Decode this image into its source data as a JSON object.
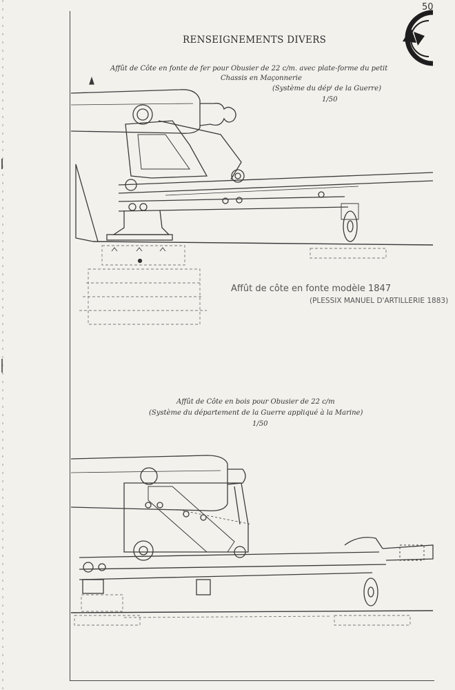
{
  "page_number": "50",
  "header_title": "RENSEIGNEMENTS DIVERS",
  "figure_top": {
    "caption_line1": "Affût de Côte en fonte de fer pour Obusier de 22 c/m. avec plate-forme du petit",
    "caption_line2": "Chassis en Maçonnerie",
    "caption_line3": "(Système du dépᵗ de la Guerre)",
    "scale": "1/50"
  },
  "handwritten_note": {
    "line1": "Affût de côte en fonte modèle 1847",
    "line2": "(PLESSIX MANUEL D'ARTILLERIE 1883)"
  },
  "figure_bottom": {
    "caption_line1": "Affût de Côte en bois pour Obusier de 22 c/m",
    "caption_line2": "(Système du département de la Guerre appliqué à la Marine)",
    "scale": "1/50"
  },
  "colors": {
    "paper": "#f3f1ec",
    "ink": "#3a3a3a",
    "stamp": "#1e1e1e"
  }
}
